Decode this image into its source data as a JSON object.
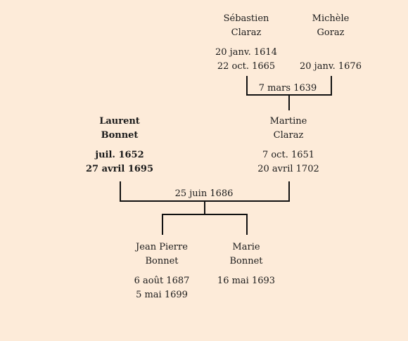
{
  "persons": {
    "sebastien": {
      "first": "Sébastien",
      "last": "Claraz",
      "birth": "20 janv. 1614",
      "death": "22 oct. 1665"
    },
    "michele": {
      "first": "Michèle",
      "last": "Goraz",
      "birth": "",
      "death": "20 janv. 1676"
    },
    "laurent": {
      "first": "Laurent",
      "last": "Bonnet",
      "birth": "juil. 1652",
      "death": "27 avril 1695"
    },
    "martine": {
      "first": "Martine",
      "last": "Claraz",
      "birth": "7 oct. 1651",
      "death": "20 avril 1702"
    },
    "jeanpierre": {
      "first": "Jean Pierre",
      "last": "Bonnet",
      "birth": "6 août 1687",
      "death": "5 mai 1699"
    },
    "marie": {
      "first": "Marie",
      "last": "Bonnet",
      "birth": "16 mai 1693",
      "death": ""
    }
  },
  "marriages": {
    "grandparents": "7 mars 1639",
    "parents": "25 juin 1686"
  }
}
